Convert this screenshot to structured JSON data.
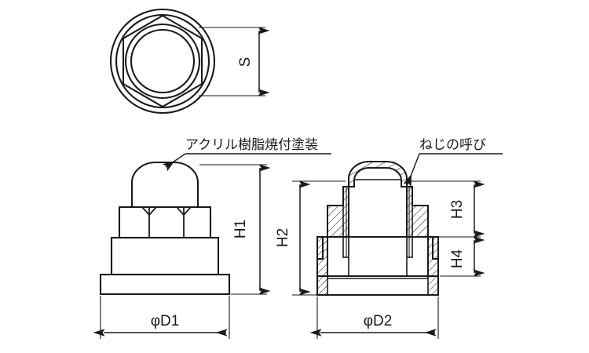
{
  "drawing": {
    "title": "Hex Flange Cap Nut Technical Drawing",
    "background_color": "#ffffff",
    "line_color": "#1a1a1a"
  },
  "views": {
    "top_view": {
      "name": "top-view",
      "description": "Hexagon within concentric circles"
    },
    "front_view": {
      "name": "front-elevation-view",
      "description": "Cap nut outline elevation"
    },
    "section_view": {
      "name": "cross-section-view",
      "description": "Hatched sectional view"
    }
  },
  "annotations": {
    "coating_label": "アクリル樹脂焼付塗装",
    "thread_label": "ねじの呼び"
  },
  "dimensions": {
    "s": "S",
    "h1": "H1",
    "h2": "H2",
    "h3": "H3",
    "h4": "H4",
    "d1": "φD1",
    "d2": "φD2"
  }
}
